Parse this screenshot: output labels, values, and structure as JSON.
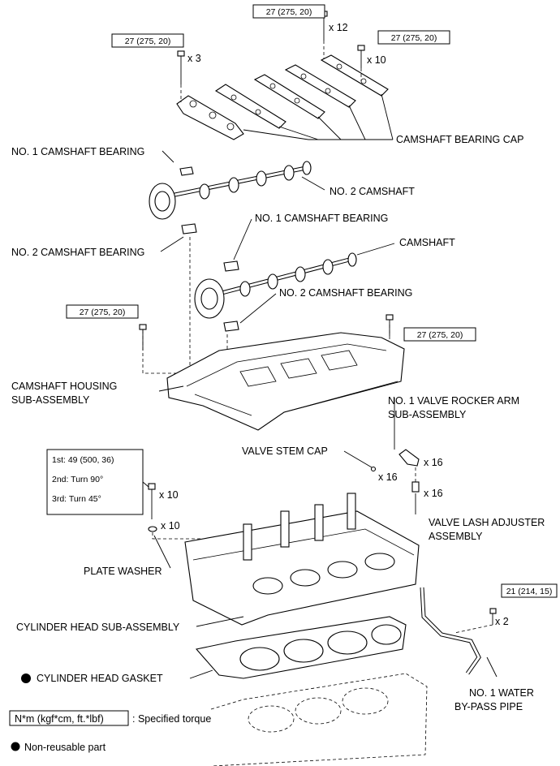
{
  "torque": {
    "bearing_cap_small": "27 (275, 20)",
    "bearing_cap_top": "27 (275, 20)",
    "bearing_cap_right": "27 (275, 20)",
    "housing_left": "27 (275, 20)",
    "housing_right": "27 (275, 20)",
    "water_pipe": "21 (214, 15)",
    "head_bolt_steps": [
      "1st: 49 (500, 36)",
      "2nd: Turn 90°",
      "3rd: Turn 45°"
    ]
  },
  "quantities": {
    "cap_bolts_small": "x 3",
    "cap_bolts_top": "x 12",
    "cap_bolts_right": "x 10",
    "head_bolts": "x 10",
    "plate_washers": "x 10",
    "valve_stem_caps": "x 16",
    "rocker_arms": "x 16",
    "lash_adjusters": "x 16",
    "pipe_bolts": "x 2"
  },
  "labels": {
    "camshaft_bearing_cap": "CAMSHAFT BEARING CAP",
    "no1_bearing_upper": "NO. 1 CAMSHAFT BEARING",
    "no2_camshaft": "NO. 2 CAMSHAFT",
    "no1_bearing_lower": "NO. 1 CAMSHAFT BEARING",
    "no2_bearing_upper": "NO. 2 CAMSHAFT BEARING",
    "camshaft": "CAMSHAFT",
    "no2_bearing_lower": "NO. 2 CAMSHAFT BEARING",
    "housing_line1": "CAMSHAFT HOUSING",
    "housing_line2": "SUB-ASSEMBLY",
    "rocker_line1": "NO. 1 VALVE ROCKER ARM",
    "rocker_line2": "SUB-ASSEMBLY",
    "valve_stem_cap": "VALVE STEM CAP",
    "lash_line1": "VALVE LASH ADJUSTER",
    "lash_line2": "ASSEMBLY",
    "plate_washer": "PLATE WASHER",
    "cylinder_head": "CYLINDER HEAD SUB-ASSEMBLY",
    "gasket": "CYLINDER HEAD GASKET",
    "water_line1": "NO. 1 WATER",
    "water_line2": "BY-PASS PIPE"
  },
  "legend": {
    "torque_unit_box": "N*m (kgf*cm, ft.*lbf)",
    "torque_desc": ": Specified torque",
    "nonreusable": "Non-reusable part"
  }
}
